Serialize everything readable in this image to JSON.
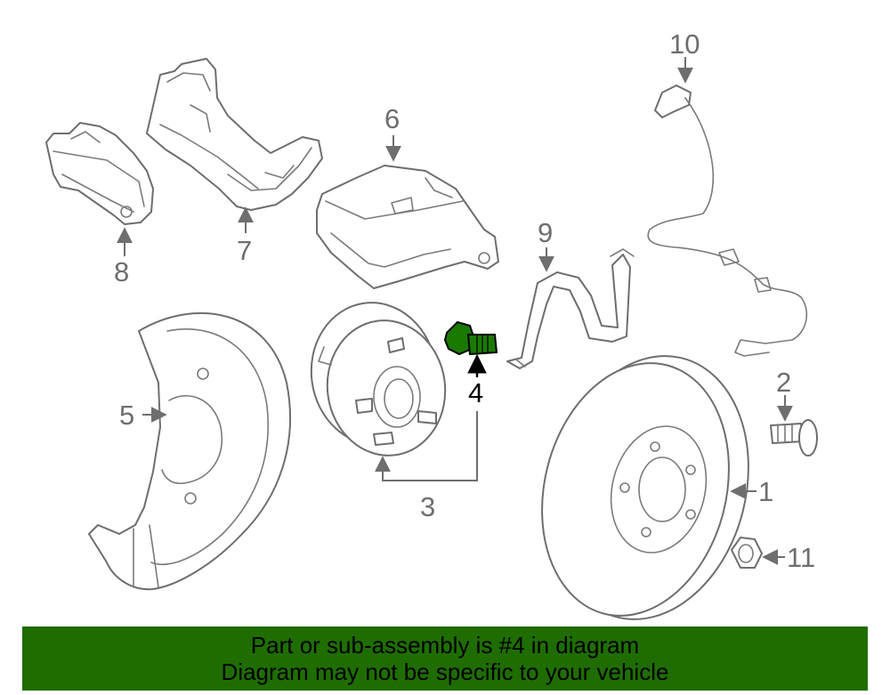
{
  "callouts": {
    "1": "1",
    "2": "2",
    "3": "3",
    "4": "4",
    "5": "5",
    "6": "6",
    "7": "7",
    "8": "8",
    "9": "9",
    "10": "10",
    "11": "11"
  },
  "highlighted_part": "4",
  "banner": {
    "line1": "Part or sub-assembly is #4 in diagram",
    "line2": "Diagram may not be specific to your vehicle"
  },
  "colors": {
    "banner_background": "#1f6d00",
    "highlight_part": "#1a7a00",
    "outline": "#6e6e6e"
  }
}
